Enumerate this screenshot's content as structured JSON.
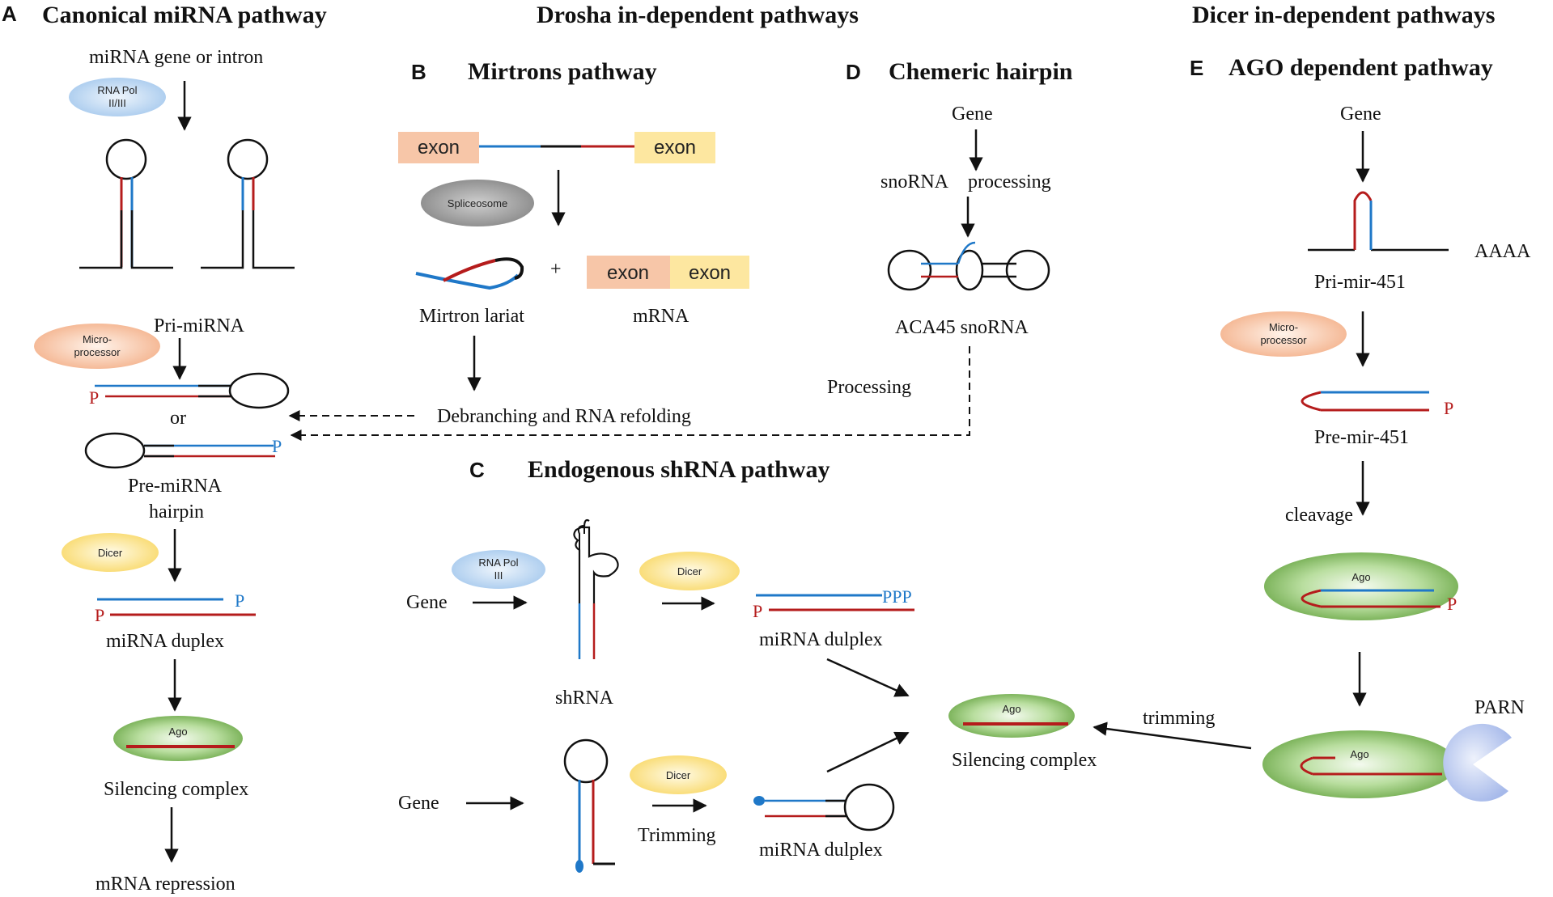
{
  "headers": {
    "canonical": "Canonical miRNA pathway",
    "drosha": "Drosha in-dependent pathways",
    "dicer": "Dicer in-dependent pathways"
  },
  "panels": {
    "A": "A",
    "B": "B",
    "C": "C",
    "D": "D",
    "E": "E"
  },
  "canonical": {
    "gene": "miRNA gene or intron",
    "polymerase": "RNA Pol II/III",
    "pri": "Pri-miRNA",
    "microprocessor": "Micro-processor",
    "or": "or",
    "pre_line1": "Pre-miRNA",
    "pre_line2": "hairpin",
    "dicer": "Dicer",
    "duplex": "miRNA duplex",
    "ago": "Ago",
    "silencing": "Silencing complex",
    "repression": "mRNA repression",
    "p": "P"
  },
  "mirtron": {
    "title": "Mirtrons pathway",
    "exon": "exon",
    "spliceosome": "Spliceosome",
    "lariat": "Mirtron lariat",
    "plus": "+",
    "mrna": "mRNA",
    "debranch": "Debranching and RNA refolding"
  },
  "chimeric": {
    "title": "Chemeric hairpin",
    "gene": "Gene",
    "snorna": "snoRNA",
    "processing_word": "processing",
    "aca45": "ACA45 snoRNA",
    "processing": "Processing"
  },
  "shrna": {
    "title": "Endogenous shRNA pathway",
    "gene1": "Gene",
    "gene2": "Gene",
    "polymerase": "RNA Pol III",
    "dicer": "Dicer",
    "shrna": "shRNA",
    "duplex1": "miRNA dulplex",
    "duplex2": "miRNA dulplex",
    "trimming": "Trimming",
    "ppp": "PPP",
    "p": "P",
    "ago": "Ago",
    "silencing": "Silencing complex"
  },
  "ago_pathway": {
    "title": "AGO dependent pathway",
    "gene": "Gene",
    "aaaa": "AAAA",
    "pri": "Pri-mir-451",
    "microprocessor": "Micro-processor",
    "pre": "Pre-mir-451",
    "cleavage": "cleavage",
    "ago": "Ago",
    "trimming": "trimming",
    "parn": "PARN",
    "p": "P"
  },
  "colors": {
    "blue_strand": "#1f78c8",
    "red_strand": "#b51c1c",
    "black": "#111111",
    "exon_orange": "#f7c6a8",
    "exon_yellow": "#fde7a0",
    "pol_blue": "#b9d6f2",
    "micro_orange": "#f6c3a4",
    "dicer_yellow": "#fbe48f",
    "spliceosome_grey": "#9a9a9a",
    "ago_green": "#8cc36b",
    "parn_blue": "#b8c9ee"
  }
}
